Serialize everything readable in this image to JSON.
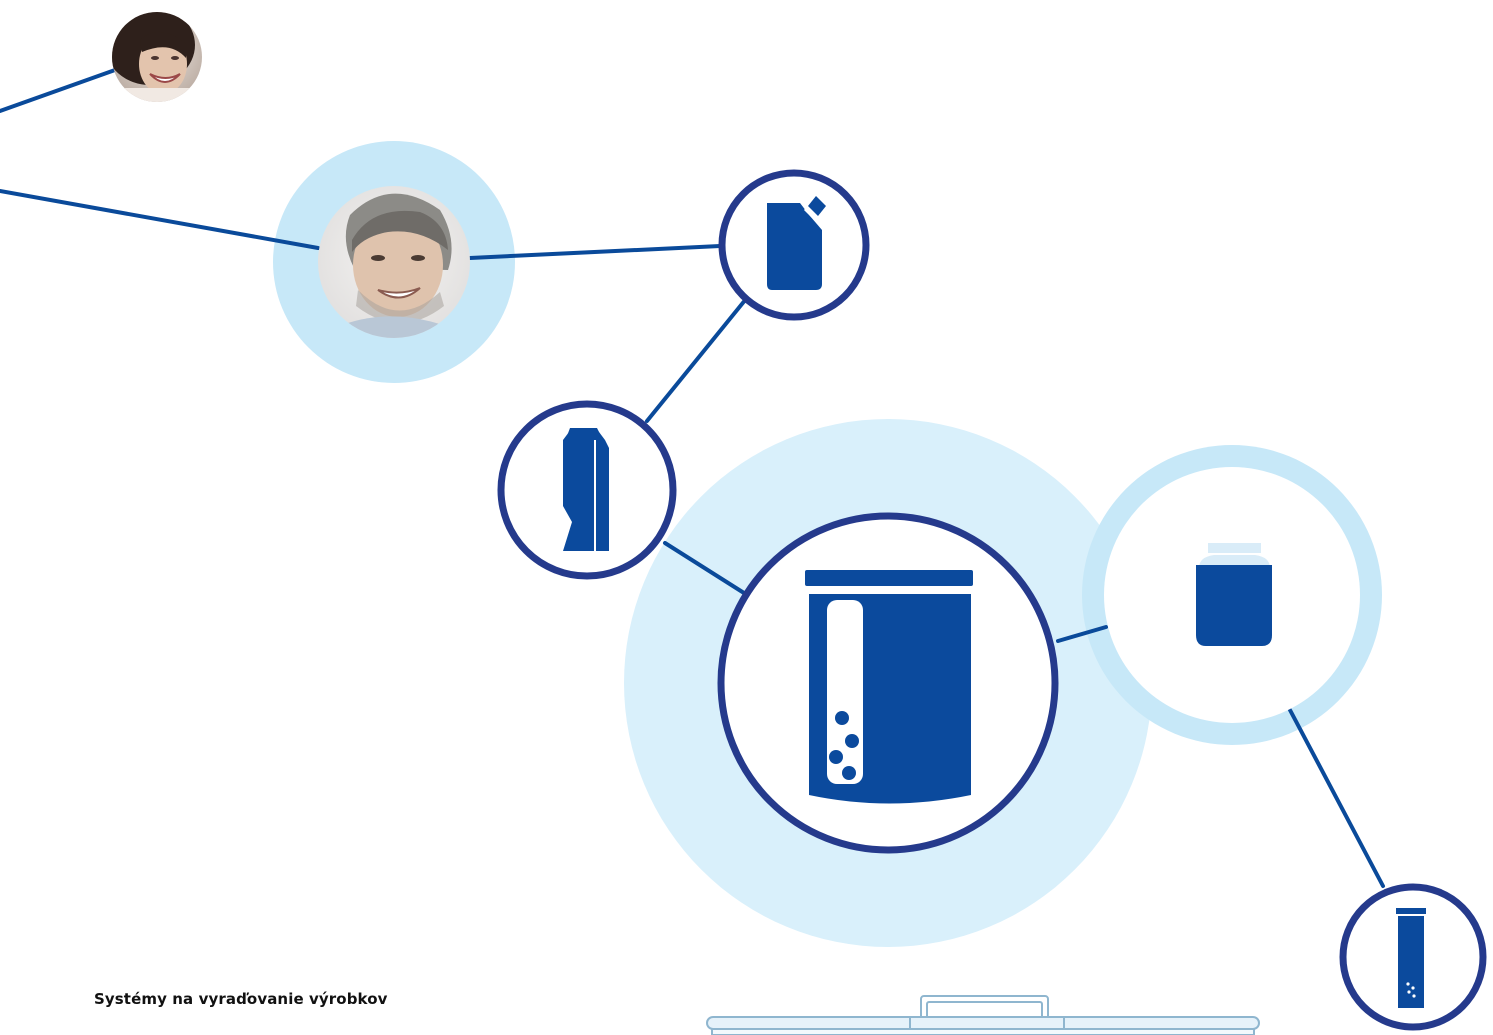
{
  "caption": "Systémy na vyraďovanie výrobkov",
  "colors": {
    "connector": "#0a4a9a",
    "ring": "#253a8c",
    "halo": "#c7e8f8",
    "halo_soft": "#d9f0fb",
    "product": "#0b4a9d",
    "skin": "#dfc3ad",
    "hair_dark": "#3a2a22",
    "hair_grey": "#8c8b87"
  },
  "nodes": [
    {
      "id": "woman-photo",
      "kind": "photo"
    },
    {
      "id": "man-photo",
      "kind": "photo"
    },
    {
      "id": "bottle-icon",
      "kind": "icon"
    },
    {
      "id": "carton-icon",
      "kind": "icon"
    },
    {
      "id": "canister-icon",
      "kind": "icon"
    },
    {
      "id": "jar-icon",
      "kind": "icon"
    },
    {
      "id": "tube-icon",
      "kind": "icon"
    },
    {
      "id": "machine-icon",
      "kind": "icon"
    }
  ]
}
